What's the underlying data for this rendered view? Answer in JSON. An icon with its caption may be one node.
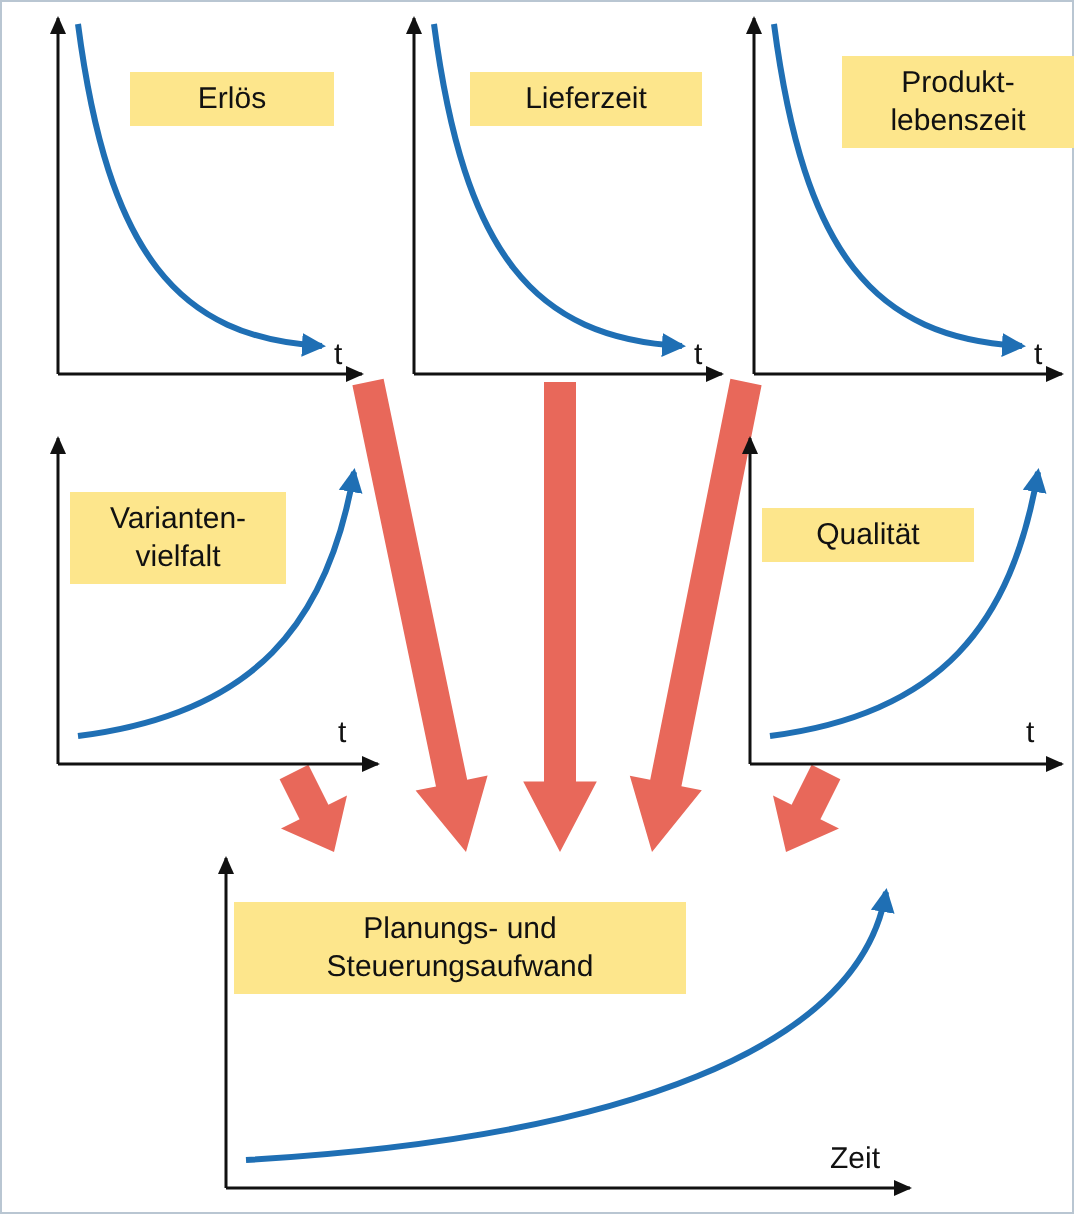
{
  "diagram": {
    "nodes": [
      {
        "text": [
          "Erlös"
        ]
      },
      {
        "text": [
          "Lieferzeit"
        ]
      },
      {
        "text": [
          "Produkt- lebenszeit"
        ]
      },
      {
        "text": [
          "Varianten- vielfalt"
        ]
      },
      {
        "text": [
          "Qualität"
        ]
      },
      {
        "text": [
          "Planungs- und Steuerungsaufwand"
        ]
      }
    ],
    "edges": [
      {
        "from": 0,
        "to": 5,
        "arrow": "to"
      },
      {
        "from": 1,
        "to": 5,
        "arrow": "to"
      },
      {
        "from": 2,
        "to": 5,
        "arrow": "to"
      },
      {
        "from": 3,
        "to": 5,
        "arrow": "to"
      },
      {
        "from": 4,
        "to": 5,
        "arrow": "to"
      }
    ],
    "labels": [
      "t",
      "t",
      "t",
      "t",
      "t",
      "Zeit"
    ]
  }
}
